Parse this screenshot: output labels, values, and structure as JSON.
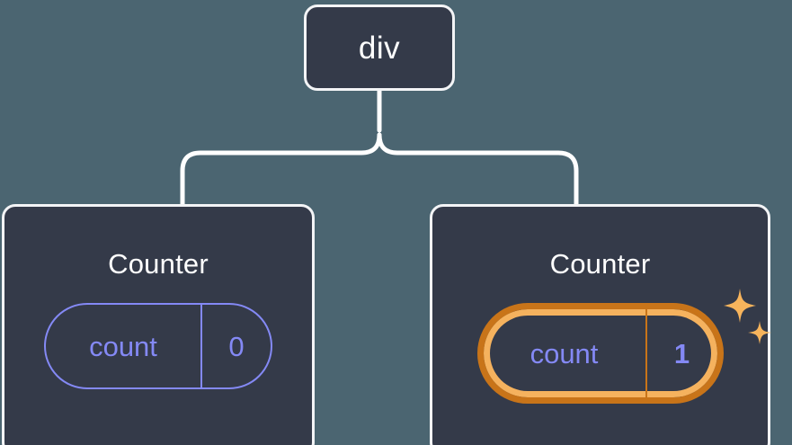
{
  "diagram": {
    "type": "component-tree",
    "title_text_color": "#ffffff",
    "background_color": "#4b6571",
    "node_background_color": "#343a49",
    "node_border_color": "#f3f4f6",
    "connector_color": "#ffffff",
    "accent_purple": "#8489f5",
    "accent_orange_outer": "#c87419",
    "accent_orange_inner": "#f5b25e",
    "sparkle_color": "#f7b45c"
  },
  "root": {
    "label": "div"
  },
  "children": [
    {
      "label": "Counter",
      "state": {
        "key": "count",
        "value": "0"
      },
      "highlighted": false,
      "sparkle": false
    },
    {
      "label": "Counter",
      "state": {
        "key": "count",
        "value": "1"
      },
      "highlighted": true,
      "sparkle": true
    }
  ],
  "icons": {
    "sparkle_large": "sparkle-icon",
    "sparkle_small": "sparkle-icon"
  }
}
